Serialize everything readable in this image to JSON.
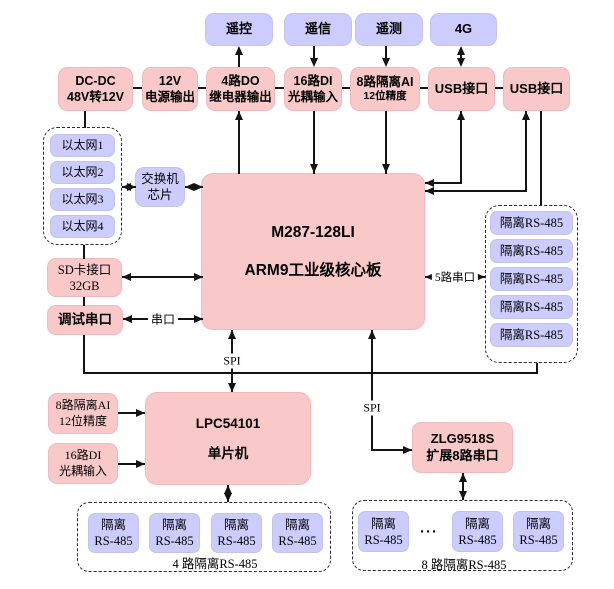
{
  "colors": {
    "box_purple": "#ccccff",
    "box_pink": "#f9c9c9",
    "line": "#141414"
  },
  "top_row": [
    {
      "label": "遥控"
    },
    {
      "label": "遥信"
    },
    {
      "label": "遥测"
    },
    {
      "label": "4G"
    }
  ],
  "io_row": [
    {
      "line1": "DC-DC",
      "line2": "48V转12V"
    },
    {
      "line1": "12V",
      "line2": "电源输出"
    },
    {
      "line1": "4路DO",
      "line2": "继电器输出"
    },
    {
      "line1": "16路DI",
      "line2": "光耦输入"
    },
    {
      "line1": "8路隔离AI",
      "line2": "12位精度"
    },
    {
      "line1": "USB接口"
    },
    {
      "line1": "USB接口"
    }
  ],
  "ethernet_group": {
    "items": [
      "以太网1",
      "以太网2",
      "以太网3",
      "以太网4"
    ]
  },
  "switch_chip": {
    "line1": "交换机",
    "line2": "芯片"
  },
  "main_board": {
    "line1": "M287-128LI",
    "line2": "ARM9工业级核心板"
  },
  "sd_card": {
    "line1": "SD卡接口",
    "line2": "32GB"
  },
  "debug_serial": {
    "label": "调试串口"
  },
  "connector_labels": {
    "serial": "串口",
    "five_serial": "5路串口",
    "spi_left": "SPI",
    "spi_right": "SPI"
  },
  "rs485_right_group": {
    "items": [
      "隔离RS-485",
      "隔离RS-485",
      "隔离RS-485",
      "隔离RS-485",
      "隔离RS-485"
    ]
  },
  "mcu_inputs": [
    {
      "line1": "8路隔离AI",
      "line2": "12位精度"
    },
    {
      "line1": "16路DI",
      "line2": "光耦输入"
    }
  ],
  "mcu": {
    "line1": "LPC54101",
    "line2": "单片机"
  },
  "rs485_group_4": {
    "items": [
      {
        "line1": "隔离",
        "line2": "RS-485"
      },
      {
        "line1": "隔离",
        "line2": "RS-485"
      },
      {
        "line1": "隔离",
        "line2": "RS-485"
      },
      {
        "line1": "隔离",
        "line2": "RS-485"
      }
    ],
    "caption": "4 路隔离RS-485"
  },
  "serial_expander": {
    "line1": "ZLG9518S",
    "line2": "扩展8路串口"
  },
  "rs485_group_8": {
    "items": [
      {
        "line1": "隔离",
        "line2": "RS-485"
      },
      {
        "line1": "隔离",
        "line2": "RS-485"
      },
      {
        "line1": "隔离",
        "line2": "RS-485"
      }
    ],
    "ellipsis": "···",
    "caption": "8 路隔离RS-485"
  }
}
